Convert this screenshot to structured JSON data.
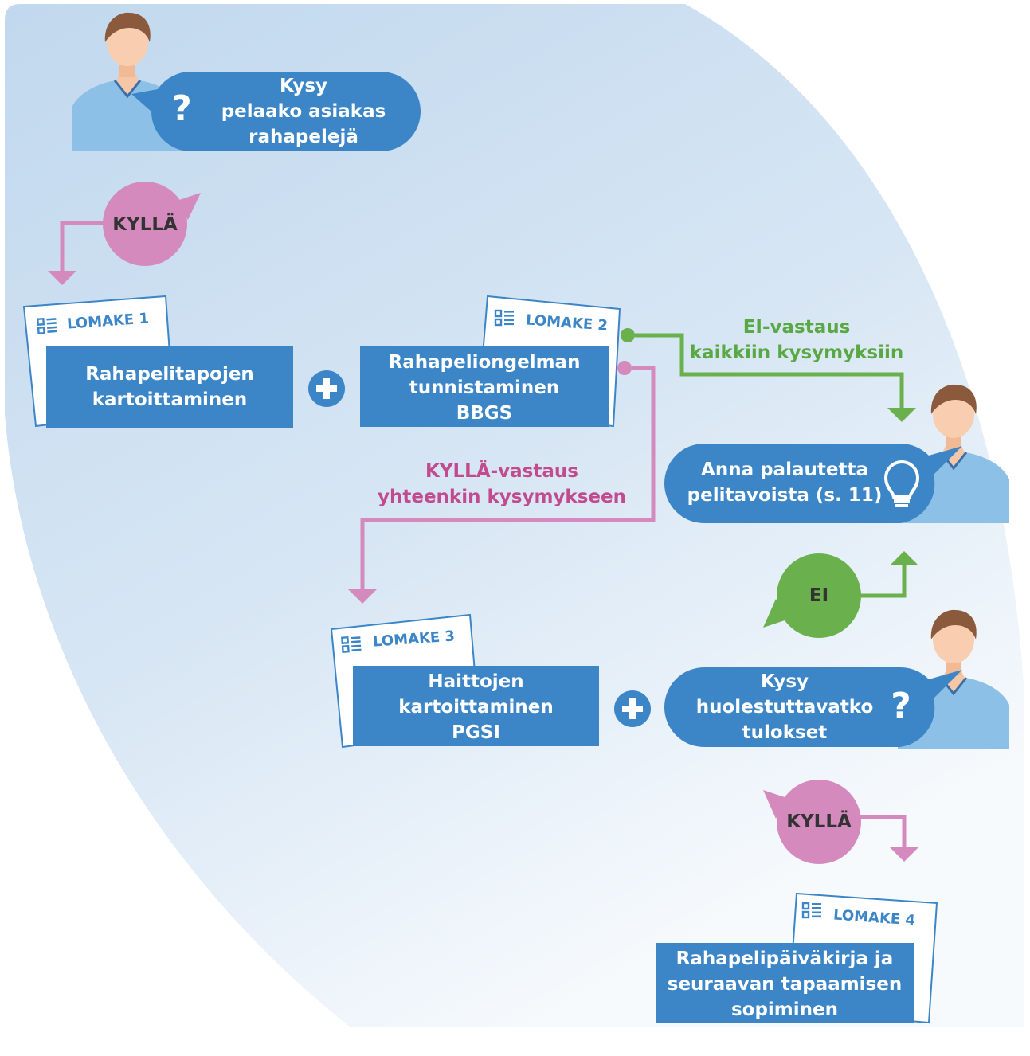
{
  "start": {
    "lines": [
      "Kysy",
      "pelaako asiakas",
      "rahapelejä"
    ]
  },
  "decisions": {
    "yes_top": "KYLLÄ",
    "no": "EI",
    "yes_bottom": "KYLLÄ"
  },
  "forms": [
    {
      "tag": "LOMAKE 1",
      "lines": [
        "Rahapelitapojen",
        "kartoittaminen"
      ]
    },
    {
      "tag": "LOMAKE 2",
      "lines": [
        "Rahapeliongelman",
        "tunnistaminen",
        "BBGS"
      ]
    },
    {
      "tag": "LOMAKE 3",
      "lines": [
        "Haittojen",
        "kartoittaminen",
        "PGSI"
      ]
    },
    {
      "tag": "LOMAKE 4",
      "lines": [
        "Rahapelipäiväkirja ja",
        "seuraavan tapaamisen",
        "sopiminen"
      ]
    }
  ],
  "branches": {
    "no_answer": [
      "EI-vastaus",
      "kaikkiin kysymyksiin"
    ],
    "yes_answer": [
      "KYLLÄ-vastaus",
      "yhteenkin kysymykseen"
    ]
  },
  "feedback": {
    "lines": [
      "Anna palautetta",
      "pelitavoista (s. 11)"
    ]
  },
  "concern": {
    "lines": [
      "Kysy",
      "huolestuttavatko",
      "tulokset"
    ]
  },
  "icons": {
    "question": "?",
    "plus": "plus-icon",
    "lightbulb": "lightbulb-icon",
    "form": "form-icon",
    "person": "person-icon"
  },
  "colors": {
    "blue": "#3c86c8",
    "green": "#6ab04c",
    "pink": "#d48abd",
    "bg_gradient_start": "#c3d9ee",
    "bg_gradient_end": "#ffffff"
  }
}
